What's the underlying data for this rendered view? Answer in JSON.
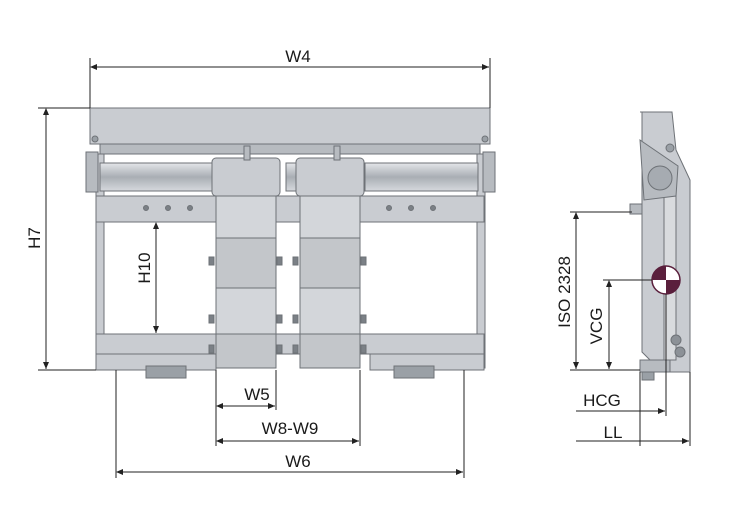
{
  "labels": {
    "w4": "W4",
    "h7": "H7",
    "h10": "H10",
    "w5": "W5",
    "w8w9": "W8-W9",
    "w6": "W6",
    "iso": "ISO 2328",
    "vcg": "VCG",
    "hcg": "HCG",
    "ll": "LL"
  },
  "colors": {
    "frame_fill": "#c9ccd1",
    "frame_stroke": "#6e7277",
    "frame_dark": "#9aa0a6",
    "roller": "#b7bbc0",
    "dim_line": "#222222",
    "cog_dark": "#5a1f3c",
    "cog_light": "#ffffff"
  }
}
